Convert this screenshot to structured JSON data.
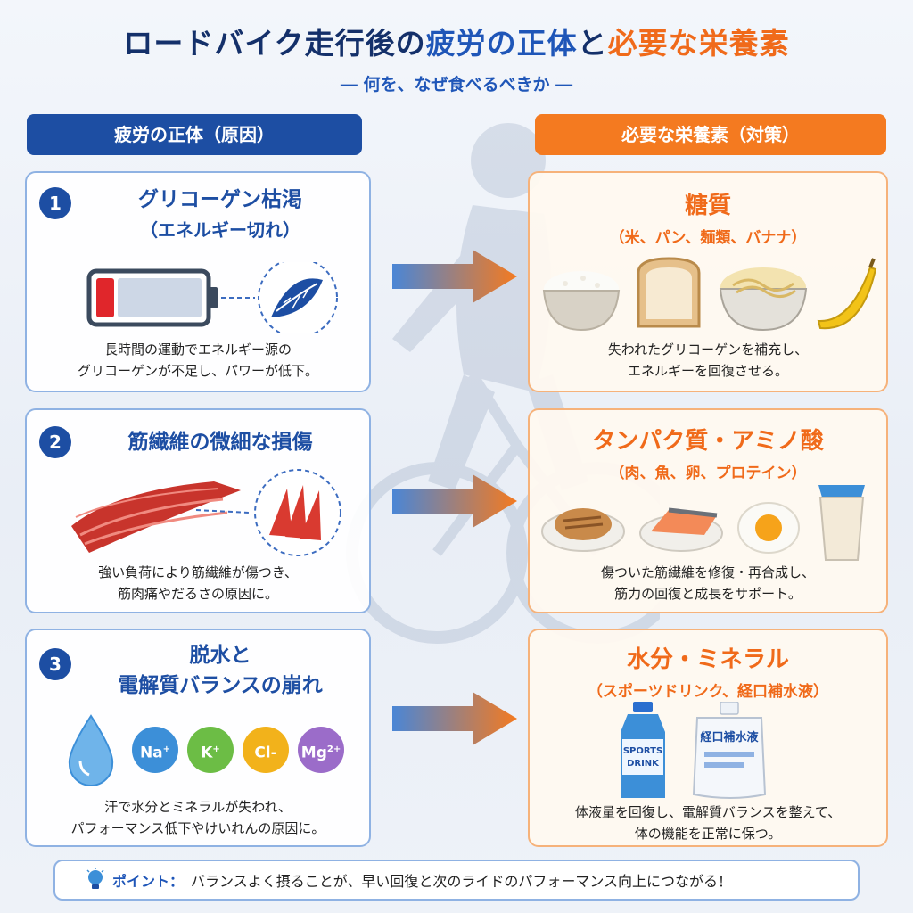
{
  "header": {
    "title_part1": "ロードバイク走行後の",
    "title_part2": "疲労の正体",
    "title_part3": "と",
    "title_part4": "必要な栄養素",
    "subtitle": "― 何を、なぜ食べるべきか ―"
  },
  "columns": {
    "left": "疲労の正体（原因）",
    "right": "必要な栄養素（対策）"
  },
  "causes": [
    {
      "number": "1",
      "title_line1": "グリコーゲン枯渇",
      "title_line2": "（エネルギー切れ）",
      "desc_line1": "長時間の運動でエネルギー源の",
      "desc_line2": "グリコーゲンが不足し、パワーが低下。"
    },
    {
      "number": "2",
      "title_line1": "筋繊維の微細な損傷",
      "desc_line1": "強い負荷により筋繊維が傷つき、",
      "desc_line2": "筋肉痛やだるさの原因に。"
    },
    {
      "number": "3",
      "title_line1": "脱水と",
      "title_line2": "電解質バランスの崩れ",
      "desc_line1": "汗で水分とミネラルが失われ、",
      "desc_line2": "パフォーマンス低下やけいれんの原因に。",
      "ions": [
        {
          "base": "Na",
          "charge": "+",
          "color": "#3c8fd8"
        },
        {
          "base": "K",
          "charge": "+",
          "color": "#6cbd45"
        },
        {
          "base": "Cl-",
          "charge": "",
          "color": "#f2b21b"
        },
        {
          "base": "Mg",
          "charge": "2+",
          "color": "#9b6cc9"
        }
      ]
    }
  ],
  "remedies": [
    {
      "title": "糖質",
      "sub": "（米、パン、麺類、バナナ）",
      "desc_line1": "失われたグリコーゲンを補充し、",
      "desc_line2": "エネルギーを回復させる。"
    },
    {
      "title": "タンパク質・アミノ酸",
      "sub": "（肉、魚、卵、プロテイン）",
      "desc_line1": "傷ついた筋繊維を修復・再合成し、",
      "desc_line2": "筋力の回復と成長をサポート。"
    },
    {
      "title": "水分・ミネラル",
      "sub": "（スポーツドリンク、経口補水液）",
      "desc_line1": "体液量を回復し、電解質バランスを整えて、",
      "desc_line2": "体の機能を正常に保つ。",
      "bottle1_line1": "SPORTS",
      "bottle1_line2": "DRINK",
      "bottle2_label": "経口補水液"
    }
  ],
  "point": {
    "label": "ポイント：",
    "text": "バランスよく摂ることが、早い回復と次のライドのパフォーマンス向上につながる！"
  },
  "colors": {
    "navy": "#1d4ea3",
    "orange": "#f47a20",
    "battery_low": "#e0262b"
  }
}
